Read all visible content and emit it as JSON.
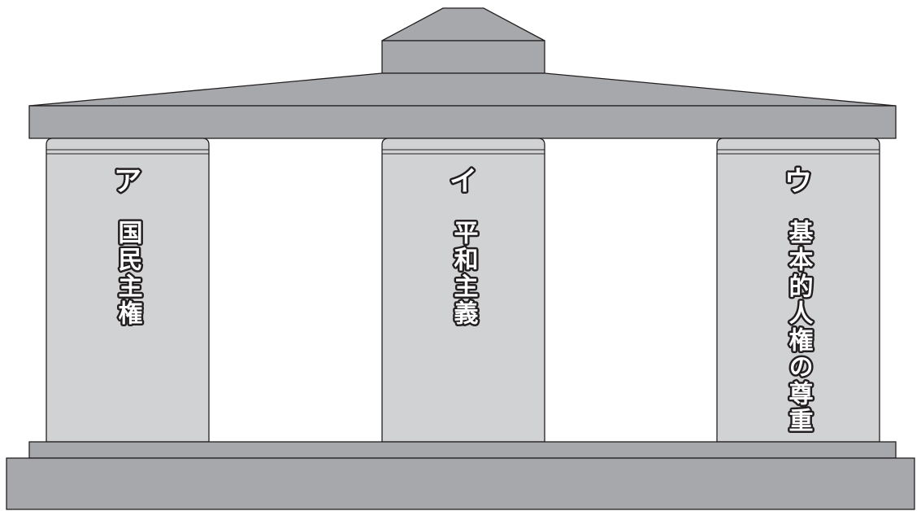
{
  "pillars": [
    {
      "letter": "ア",
      "label": "国民主権"
    },
    {
      "letter": "イ",
      "label": "平和主義"
    },
    {
      "letter": "ウ",
      "label": "基本的人権の尊重"
    }
  ],
  "colors": {
    "structure": "#a7a8ab",
    "column": "#d1d2d4",
    "outline": "#231f20",
    "text_fill": "#ffffff"
  }
}
